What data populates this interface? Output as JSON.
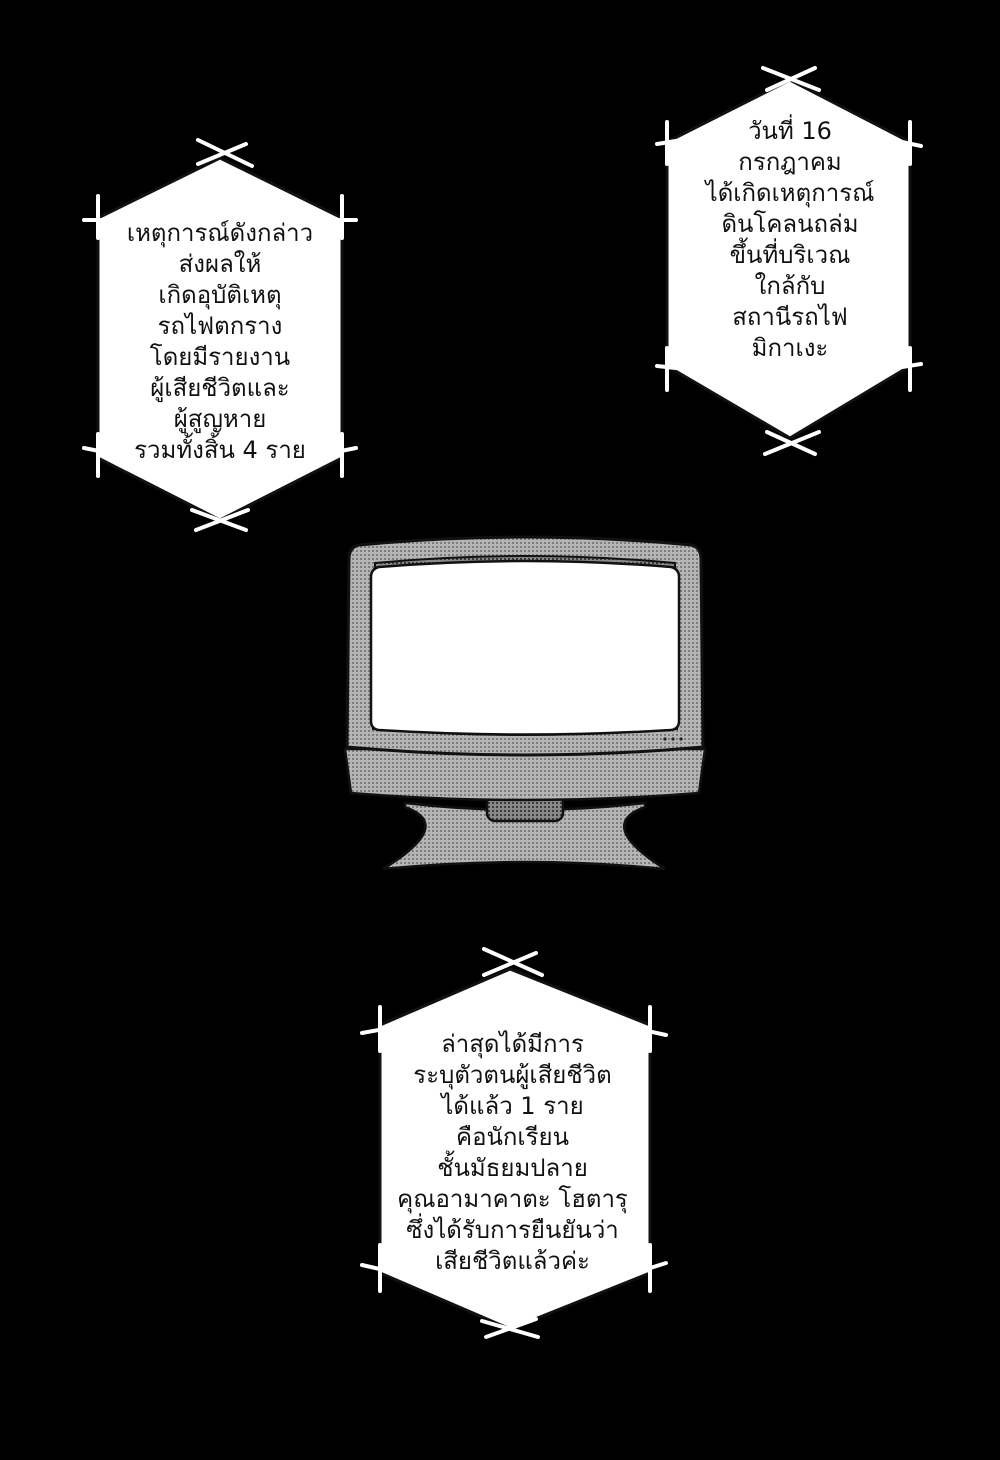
{
  "captions": {
    "left": {
      "lines": [
        "เหตุการณ์ดังกล่าว",
        "ส่งผลให้",
        "เกิดอุบัติเหตุ",
        "รถไฟตกราง",
        "โดยมีรายงาน",
        "ผู้เสียชีวิตและ",
        "ผู้สูญหาย",
        "รวมทั้งสิ้น 4 ราย"
      ]
    },
    "right": {
      "lines": [
        "วันที่ 16",
        "กรกฎาคม",
        "ได้เกิดเหตุการณ์",
        "ดินโคลนถล่ม",
        "ขึ้นที่บริเวณ",
        "ใกล้กับ",
        "สถานีรถไฟ",
        "มิกาเงะ"
      ]
    },
    "bottom": {
      "lines": [
        "ล่าสุดได้มีการ",
        "ระบุตัวตนผู้เสียชีวิต",
        "ได้แล้ว 1 ราย",
        "คือนักเรียน",
        "ชั้นมัธยมปลาย",
        "คุณอามาคาตะ โฮตารุ",
        "ซึ่งได้รับการยืนยันว่า",
        "เสียชีวิตแล้วค่ะ"
      ]
    }
  },
  "colors": {
    "background": "#000000",
    "caption_fill": "#ffffff",
    "caption_text": "#111111",
    "tv_body": "#9a9a9a",
    "tv_screen": "#ffffff"
  },
  "icons": {
    "tv": "crt-television-icon"
  }
}
